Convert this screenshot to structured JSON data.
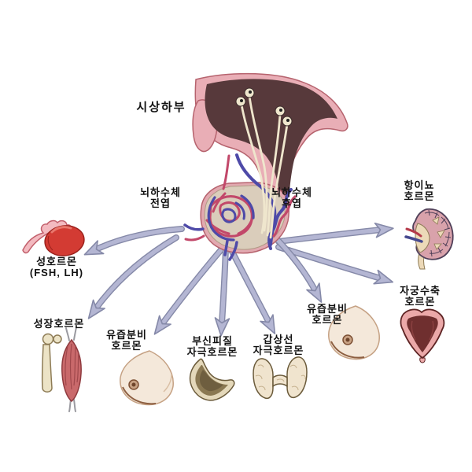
{
  "figure": {
    "type": "endocrine-system-diagram",
    "background": "#ffffff",
    "labels": {
      "hypothalamus": "시상하부",
      "pituitary_anterior": {
        "line1": "뇌하수체",
        "line2": "전엽"
      },
      "pituitary_posterior": {
        "line1": "뇌하수체",
        "line2": "후엽"
      },
      "sex_hormone": {
        "line1": "성호르몬",
        "line2": "(FSH, LH)"
      },
      "growth_hormone": {
        "line1": "성장호르몬"
      },
      "prolactin": {
        "line1": "유즙분비",
        "line2": "호르몬"
      },
      "adrenocorticotropic_hormone": {
        "line1": "부신피질",
        "line2": "자극호르몬"
      },
      "thyroid_stimulating_hormone": {
        "line1": "갑상선",
        "line2": "자극호르몬"
      },
      "antidiuretic_hormone": {
        "line1": "항이뇨",
        "line2": "호르몬"
      },
      "milk_ejection_hormone": {
        "line1": "유즙분비",
        "line2": "호르몬"
      },
      "uterine_contraction_hormone": {
        "line1": "자궁수축",
        "line2": "호르몬"
      }
    },
    "organs": [
      "hypothalamus-brain",
      "pituitary-gland",
      "ovary",
      "femur-bone",
      "skeletal-muscle",
      "breast-left",
      "adrenal-gland",
      "thyroid-gland",
      "kidney",
      "uterus",
      "breast-right"
    ],
    "arrows": [
      {
        "from": "pituitary-anterior",
        "to": "sex-hormone-ovary"
      },
      {
        "from": "pituitary-anterior",
        "to": "growth-hormone-bone-muscle"
      },
      {
        "from": "pituitary-anterior",
        "to": "prolactin-breast"
      },
      {
        "from": "pituitary-anterior",
        "to": "acth-adrenal-gland"
      },
      {
        "from": "pituitary-anterior",
        "to": "tsh-thyroid-gland"
      },
      {
        "from": "pituitary-posterior",
        "to": "adh-kidney"
      },
      {
        "from": "pituitary-posterior",
        "to": "oxytocin-uterus"
      },
      {
        "from": "pituitary-posterior",
        "to": "milk-ejection-breast"
      }
    ],
    "colors": {
      "arrow_fill": "#b4b6d3",
      "arrow_outline": "#8589a8",
      "brain_pink": "#e9aeb6",
      "brain_outline": "#b6636e",
      "brain_inner": "#57393b",
      "neuron_cream": "#efe6cd",
      "gland_beige": "#dacdbb",
      "vessel_red": "#c2486a",
      "vessel_blue": "#4e4aa8",
      "ovary_red": "#d33b33",
      "bone_cream": "#ece3c6",
      "muscle_red": "#c9696b",
      "breast_skin": "#f4e8da",
      "adrenal_tan": "#e4d8ba",
      "adrenal_inner": "#8a7852",
      "thyroid_cream": "#f0e4ce",
      "kidney_pink": "#d9a2ab",
      "uterus_pink": "#eba9a9",
      "uterus_inner": "#6f2f2f",
      "label_color": "#111111"
    }
  }
}
